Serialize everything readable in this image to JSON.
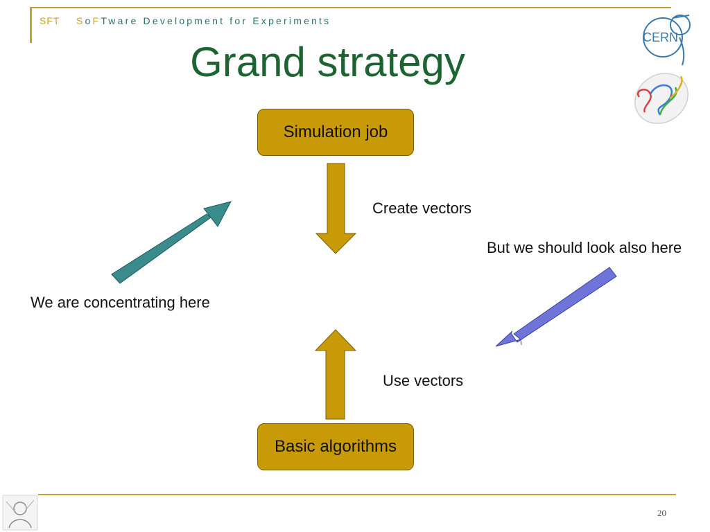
{
  "header": {
    "abbr": "SFT",
    "full_parts": [
      "S",
      "o",
      "F",
      "T",
      "ware Development for Experiments"
    ]
  },
  "slide": {
    "title": "Grand strategy",
    "page_number": "20"
  },
  "diagram": {
    "nodes": {
      "top_box": "Simulation job",
      "bottom_box": "Basic algorithms"
    },
    "labels": {
      "create": "Create vectors",
      "use": "Use vectors",
      "look": "But we should look also here",
      "concentrate": "We are concentrating here"
    }
  },
  "logos": {
    "cern": "CERN"
  },
  "colors": {
    "accent": "#c8a032",
    "title": "#1e6432",
    "box_fill": "#c99a08",
    "arrow_teal": "#3a8b8b",
    "arrow_blue": "#6f74d9"
  }
}
